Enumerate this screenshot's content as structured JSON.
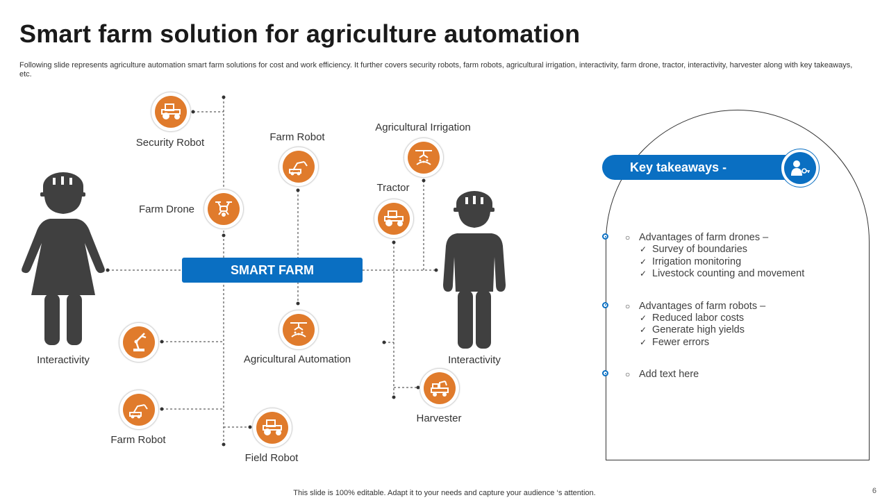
{
  "header": {
    "title": "Smart farm solution for agriculture automation",
    "subtitle": "Following slide represents agriculture automation smart farm solutions for cost and work efficiency. It further covers security robots, farm robots, agricultural irrigation, interactivity, farm drone, tractor, interactivity, harvester along with key takeaways, etc."
  },
  "diagram": {
    "center_label": "SMART FARM",
    "labels": {
      "security_robot": "Security Robot",
      "farm_robot_top": "Farm Robot",
      "agricultural_irrigation": "Agricultural Irrigation",
      "tractor": "Tractor",
      "farm_drone": "Farm Drone",
      "interactivity_left": "Interactivity",
      "interactivity_right": "Interactivity",
      "agricultural_automation": "Agricultural Automation",
      "harvester": "Harvester",
      "farm_robot_bottom": "Farm Robot",
      "field_robot": "Field Robot"
    },
    "accent_color": "#e07b2c",
    "primary_color": "#0a6fc2"
  },
  "takeaways": {
    "title": "Key takeaways -",
    "groups": [
      {
        "heading": "Advantages of farm drones –",
        "items": [
          "Survey of boundaries",
          "Irrigation monitoring",
          "Livestock counting and movement"
        ]
      },
      {
        "heading": "Advantages of farm robots –",
        "items": [
          "Reduced labor costs",
          "Generate high yields",
          "Fewer errors"
        ]
      },
      {
        "heading": "Add text here",
        "items": []
      }
    ]
  },
  "footer": {
    "note": "This slide is 100% editable. Adapt it to your needs and capture your audience ‘s attention.",
    "page_number": "6"
  }
}
